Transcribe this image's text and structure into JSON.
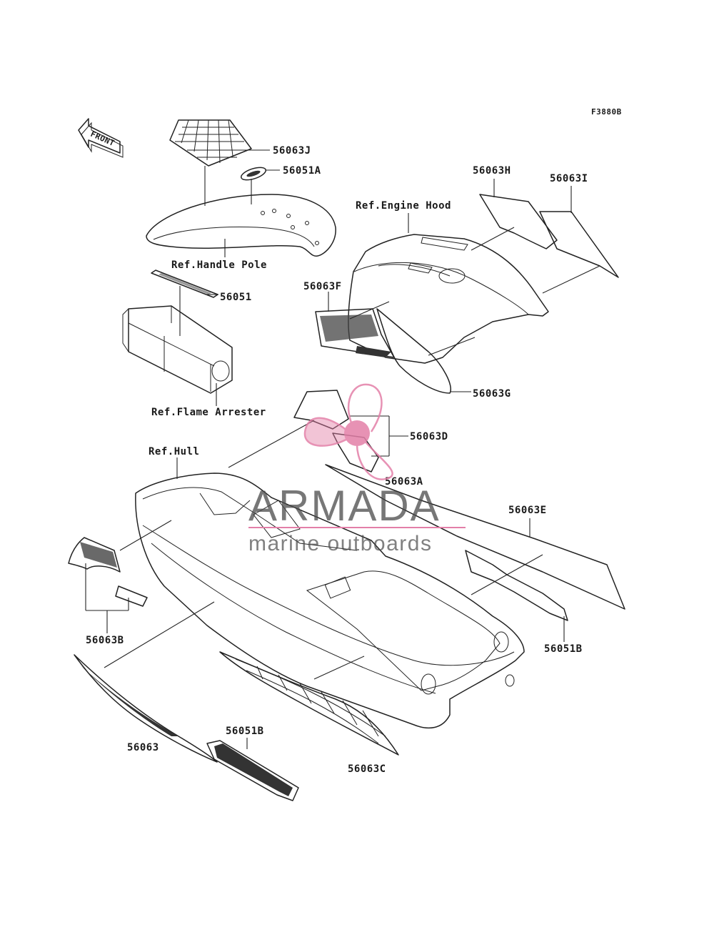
{
  "figure_code": "F3880B",
  "front_arrow_label": "FRONT",
  "parts": {
    "p56063J": "56063J",
    "p56051A": "56051A",
    "p56063H": "56063H",
    "p56063I": "56063I",
    "p56051": "56051",
    "p56063F": "56063F",
    "p56063G": "56063G",
    "p56063D": "56063D",
    "p56063A": "56063A",
    "p56063E": "56063E",
    "p56063B": "56063B",
    "p56051B_right": "56051B",
    "p56051B_bottom": "56051B",
    "p56063": "56063",
    "p56063C": "56063C"
  },
  "references": {
    "handle_pole": "Ref.Handle Pole",
    "engine_hood": "Ref.Engine Hood",
    "flame_arrester": "Ref.Flame Arrester",
    "hull": "Ref.Hull"
  },
  "watermark": {
    "brand": "ARMADA",
    "tagline": "marine outboards",
    "logo_color": "#e37fa8"
  }
}
